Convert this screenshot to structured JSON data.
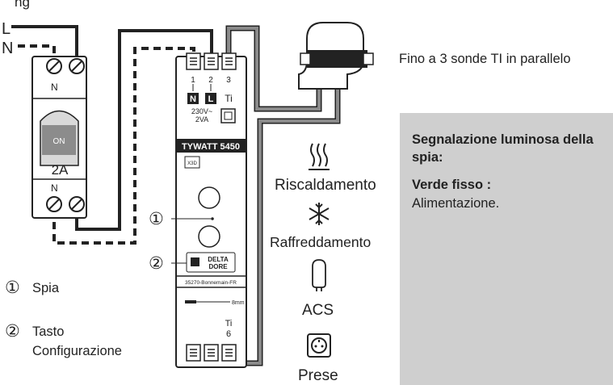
{
  "top_partial_text": "ng",
  "wire_labels": {
    "line": "L",
    "neutral": "N"
  },
  "breaker": {
    "terminal_top": "N",
    "terminal_bottom": "N",
    "switch_label": "ON",
    "rating": "2A"
  },
  "module": {
    "terminal_numbers": [
      "1",
      "2",
      "3"
    ],
    "terminal_letters": [
      "N",
      "L"
    ],
    "ti_label": "Ti",
    "supply": [
      "230V~",
      "2VA"
    ],
    "model": "TYWATT 5450",
    "x3d_logo": "X3D",
    "brand": [
      "DELTA",
      "DORE"
    ],
    "address": "35270-Bonnemain-FR",
    "strip_length": "8mm",
    "ti_bottom": [
      "Ti",
      "6"
    ]
  },
  "callouts": [
    {
      "number": "1",
      "symbol": "①"
    },
    {
      "number": "2",
      "symbol": "②"
    }
  ],
  "legend": [
    {
      "symbol": "①",
      "label": "Spia"
    },
    {
      "symbol": "②",
      "label": "Tasto",
      "label2": "Configurazione"
    }
  ],
  "ct_note": "Fino a 3 sonde TI in parallelo",
  "usages": [
    {
      "icon": "heating-icon",
      "label": "Riscaldamento"
    },
    {
      "icon": "snowflake-icon",
      "label": "Raffreddamento"
    },
    {
      "icon": "water-heater-icon",
      "label": "ACS"
    },
    {
      "icon": "socket-icon",
      "label": "Prese"
    }
  ],
  "infobox": {
    "title": "Segnalazione luminosa della spia:",
    "subtitle": "Verde fisso :",
    "value": "Alimentazione."
  },
  "colors": {
    "panel": "#cfcfcf",
    "wire": "#222222",
    "cable_gray": "#8a8a8a",
    "switch_gray": "#8c8c8c"
  }
}
